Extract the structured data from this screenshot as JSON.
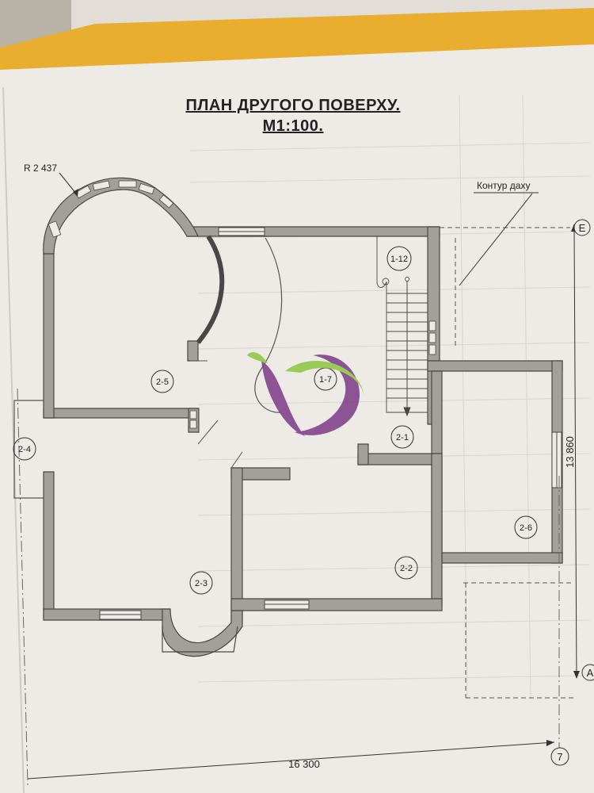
{
  "header": {
    "title_line1": "ПЛАН ДРУГОГО ПОВЕРХУ.",
    "title_line2": "М1:100."
  },
  "annotations": {
    "radius_label": "R 2 437",
    "roof_outline_label": "Контур даху",
    "width_dimension": "16 300",
    "height_dimension": "13 860"
  },
  "axes": {
    "axis_e": "E",
    "axis_a": "A",
    "axis_7": "7"
  },
  "rooms": [
    {
      "id": "2-5"
    },
    {
      "id": "1-7"
    },
    {
      "id": "1-12"
    },
    {
      "id": "2-1"
    },
    {
      "id": "2-4"
    },
    {
      "id": "2-3"
    },
    {
      "id": "2-2"
    },
    {
      "id": "2-6"
    }
  ],
  "colors": {
    "paper": "#eeebe6",
    "wall_fill": "#a3a09c",
    "wall_edge": "#4a4846",
    "folder_yellow": "#e9ad2f",
    "logo_purple": "#7b3a87",
    "logo_green": "#8dc63f"
  }
}
